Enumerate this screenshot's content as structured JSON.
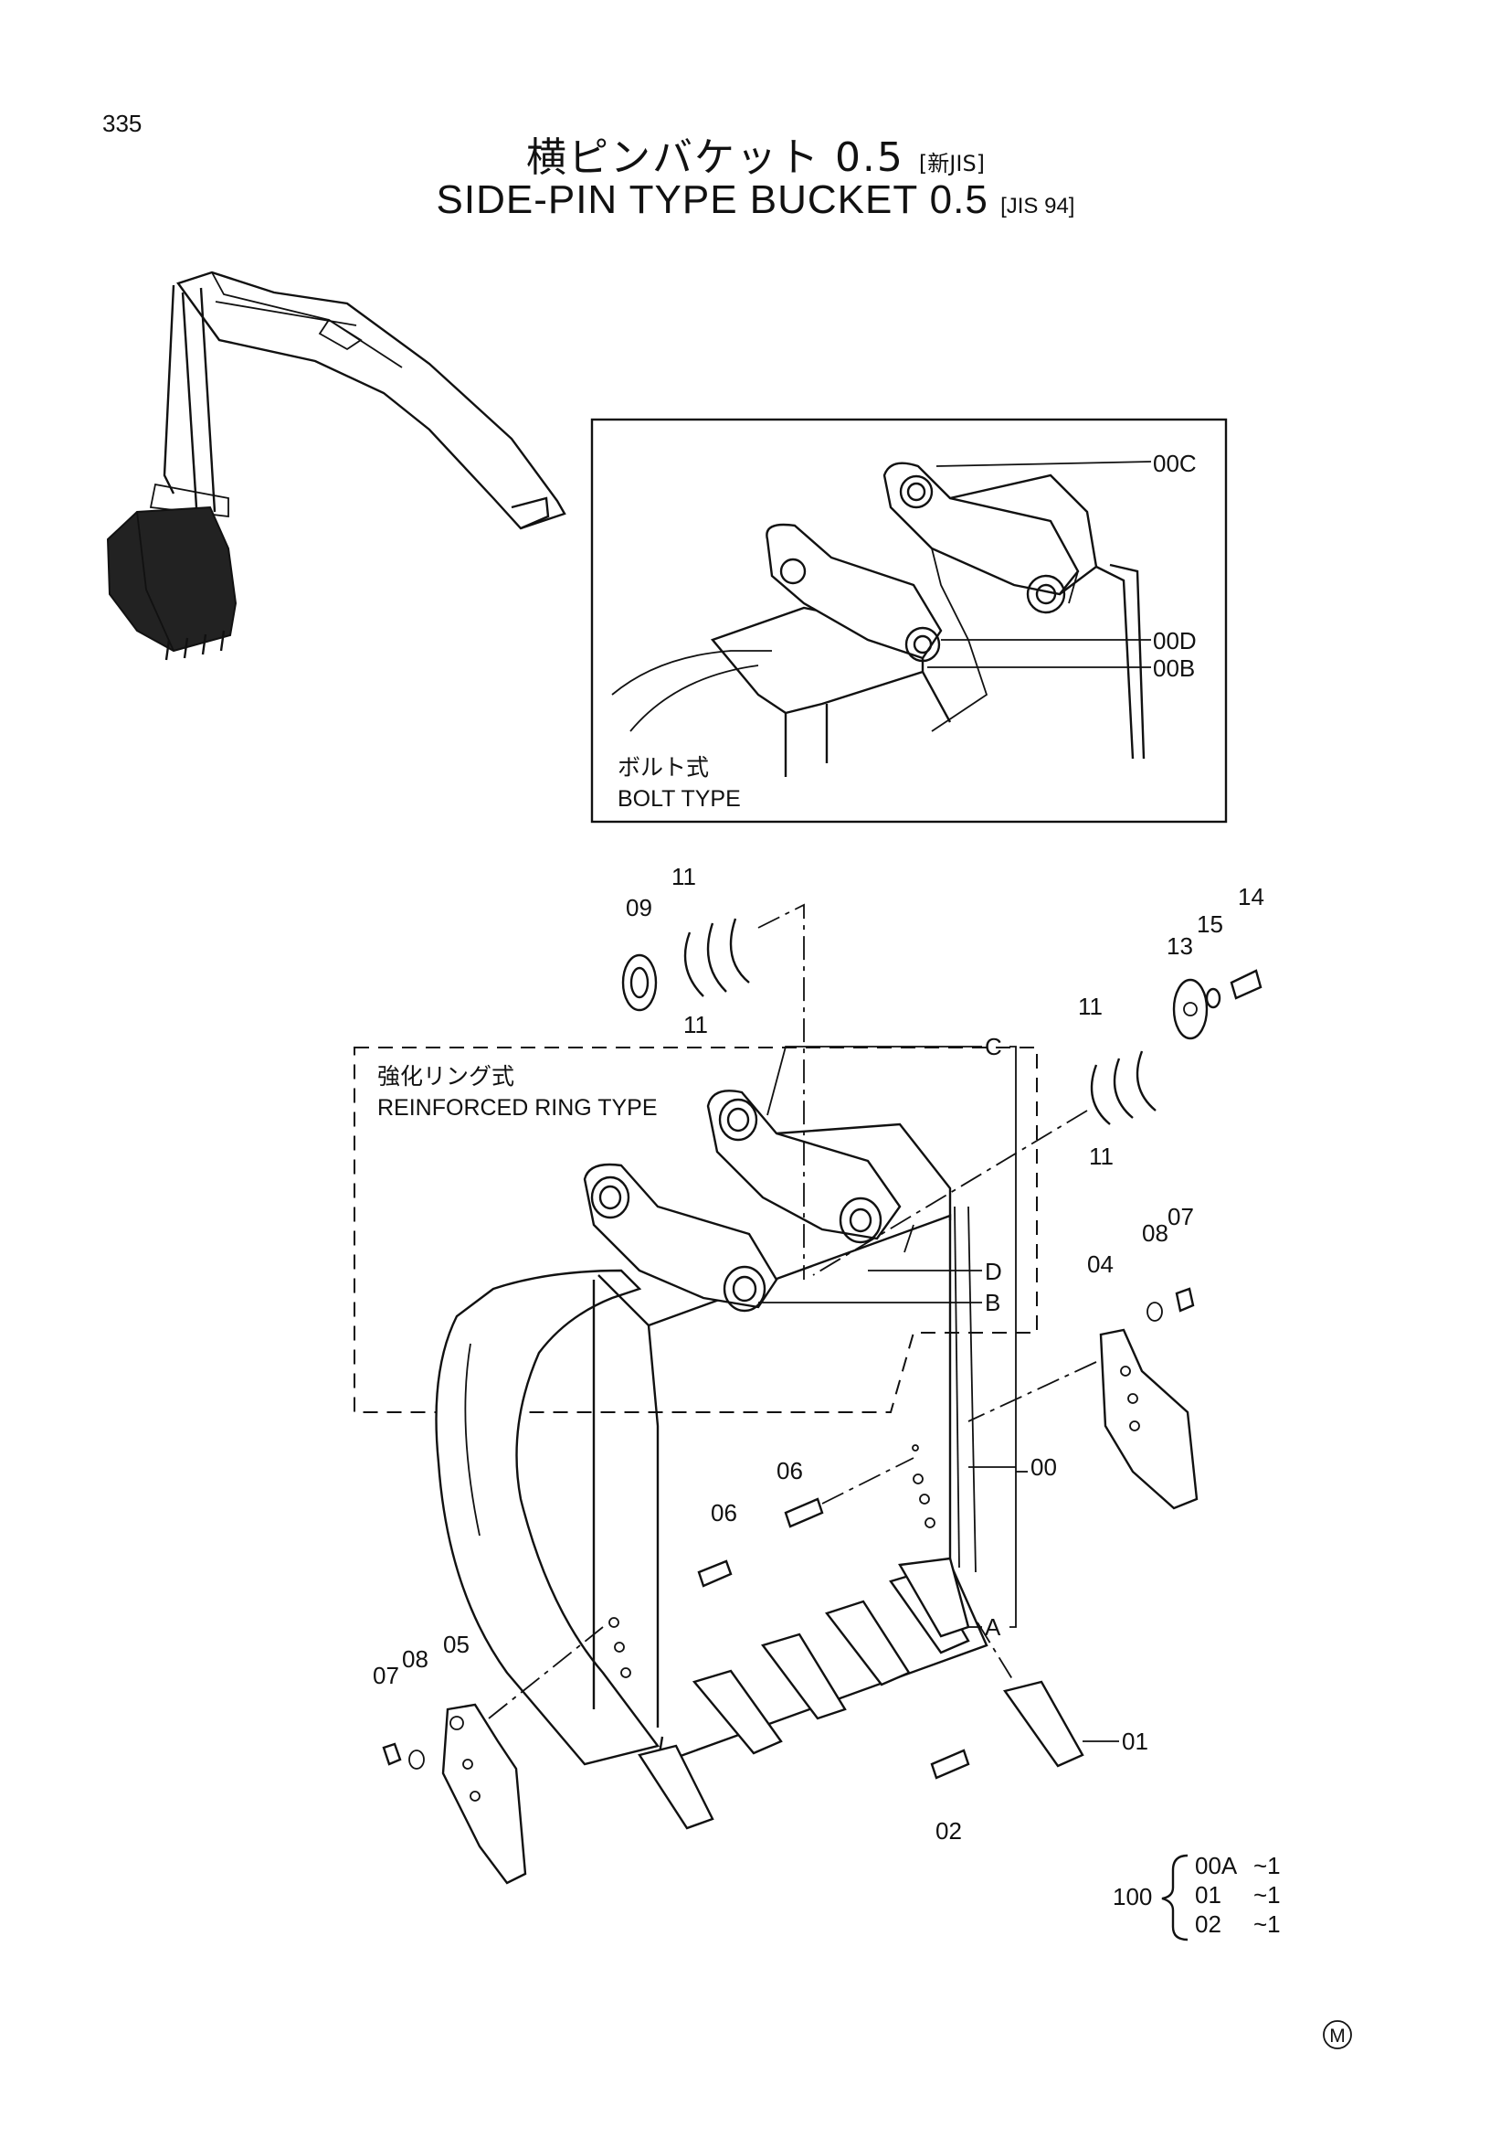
{
  "page_number": "335",
  "title": {
    "japanese": "横ピンバケット 0.5",
    "japanese_tag": "[新JIS]",
    "english": "SIDE-PIN TYPE BUCKET 0.5",
    "english_tag": "[JIS 94]"
  },
  "inset": {
    "caption_ja": "ボルト式",
    "caption_en": "BOLT TYPE",
    "callouts": [
      "00C",
      "00D",
      "00B"
    ]
  },
  "reinforced_box": {
    "caption_ja": "強化リング式",
    "caption_en": "REINFORCED RING TYPE"
  },
  "reference_letters": [
    "C",
    "D",
    "B",
    "A"
  ],
  "part_labels": {
    "p00": "00",
    "p01": "01",
    "p02": "02",
    "p04": "04",
    "p05": "05",
    "p06a": "06",
    "p06b": "06",
    "p07a": "07",
    "p07b": "07",
    "p08a": "08",
    "p08b": "08",
    "p09": "09",
    "p11a": "11",
    "p11b": "11",
    "p11c": "11",
    "p11d": "11",
    "p13": "13",
    "p14": "14",
    "p15": "15"
  },
  "assembly": {
    "number": "100",
    "rows": [
      {
        "part": "00A",
        "qty": "~1"
      },
      {
        "part": "01",
        "qty": "~1"
      },
      {
        "part": "02",
        "qty": "~1"
      }
    ]
  },
  "mark": "M"
}
